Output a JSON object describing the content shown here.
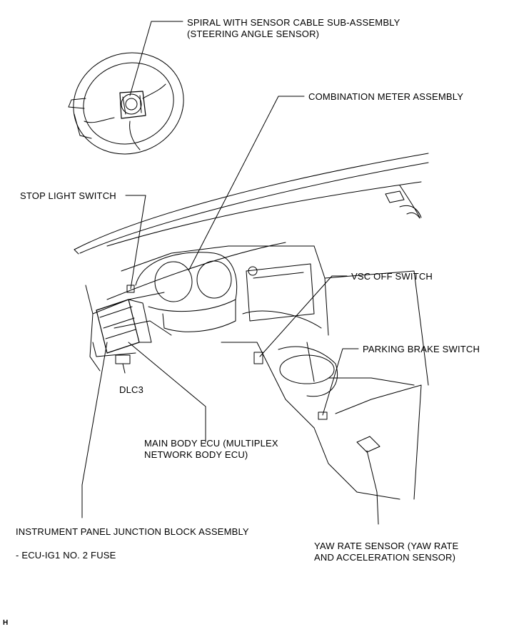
{
  "labels": {
    "spiral_line1": "SPIRAL WITH SENSOR CABLE SUB-ASSEMBLY",
    "spiral_line2": "(STEERING ANGLE SENSOR)",
    "combination_meter": "COMBINATION METER ASSEMBLY",
    "stop_light_switch": "STOP LIGHT SWITCH",
    "vsc_off_switch": "VSC OFF SWITCH",
    "parking_brake_switch": "PARKING BRAKE SWITCH",
    "dlc3": "DLC3",
    "main_body_ecu_line1": "MAIN BODY ECU (MULTIPLEX",
    "main_body_ecu_line2": "NETWORK BODY ECU)",
    "junction_block": "INSTRUMENT PANEL JUNCTION BLOCK ASSEMBLY",
    "fuse": "- ECU-IG1 NO. 2 FUSE",
    "yaw_rate_line1": "YAW RATE SENSOR (YAW RATE",
    "yaw_rate_line2": "AND ACCELERATION SENSOR)"
  },
  "figure_ref": "H",
  "colors": {
    "line": "#000000",
    "background": "#ffffff"
  }
}
